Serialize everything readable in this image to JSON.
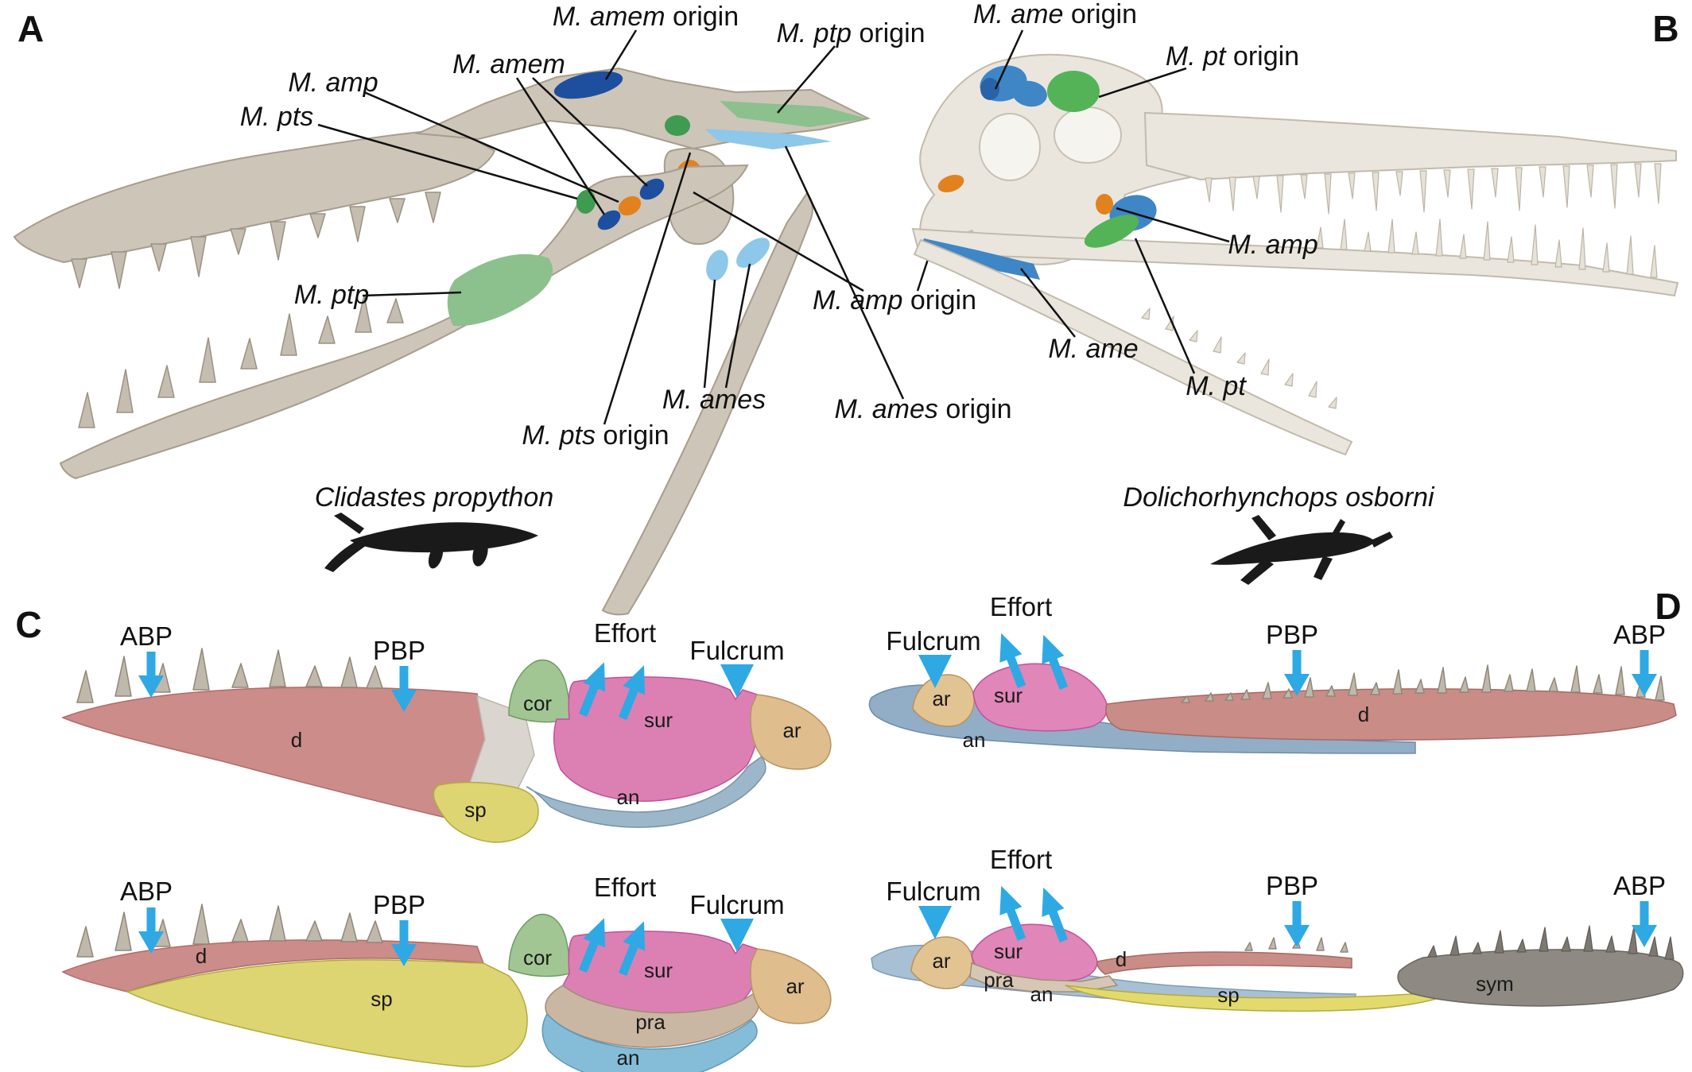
{
  "panel_a": {
    "letter": "A",
    "species": "Clidastes propython",
    "labels": {
      "amem_origin": {
        "muscle": "M. amem",
        "rest": " origin"
      },
      "ptp_origin": {
        "muscle": "M. ptp",
        "rest": " origin"
      },
      "amem": {
        "muscle": "M. amem",
        "rest": ""
      },
      "amp": {
        "muscle": "M. amp",
        "rest": ""
      },
      "pts": {
        "muscle": "M. pts",
        "rest": ""
      },
      "ptp": {
        "muscle": "M. ptp",
        "rest": ""
      },
      "ames": {
        "muscle": "M. ames",
        "rest": ""
      },
      "pts_origin": {
        "muscle": "M. pts",
        "rest": " origin"
      },
      "ames_origin": {
        "muscle": "M. ames",
        "rest": " origin"
      },
      "amp_origin": {
        "muscle": "M. amp",
        "rest": " origin"
      }
    }
  },
  "panel_b": {
    "letter": "B",
    "species": "Dolichorhynchops osborni",
    "labels": {
      "ame_origin": {
        "muscle": "M. ame",
        "rest": " origin"
      },
      "pt_origin": {
        "muscle": "M. pt",
        "rest": " origin"
      },
      "amp": {
        "muscle": "M. amp",
        "rest": ""
      },
      "ame": {
        "muscle": "M. ame",
        "rest": ""
      },
      "pt": {
        "muscle": "M. pt",
        "rest": ""
      }
    }
  },
  "panel_c": {
    "letter": "C",
    "biomech": {
      "abp": "ABP",
      "pbp": "PBP",
      "effort": "Effort",
      "fulcrum": "Fulcrum"
    },
    "bones_lateral": {
      "d": "d",
      "cor": "cor",
      "sur": "sur",
      "ar": "ar",
      "an": "an",
      "sp": "sp"
    },
    "bones_medial": {
      "d": "d",
      "sp": "sp",
      "cor": "cor",
      "sur": "sur",
      "pra": "pra",
      "an": "an",
      "ar": "ar"
    }
  },
  "panel_d": {
    "letter": "D",
    "biomech": {
      "abp": "ABP",
      "pbp": "PBP",
      "effort": "Effort",
      "fulcrum": "Fulcrum"
    },
    "bones_lateral": {
      "ar": "ar",
      "sur": "sur",
      "an": "an",
      "d": "d"
    },
    "bones_medial": {
      "ar": "ar",
      "sur": "sur",
      "pra": "pra",
      "an": "an",
      "d": "d",
      "sp": "sp",
      "sym": "sym"
    }
  },
  "colors": {
    "arrow_cyan": "#2ea9e4",
    "muscle_amem_dark_blue": "#1d4f9e",
    "muscle_pts_green": "#3f9b4f",
    "muscle_ptp_light_green": "#8cc08d",
    "muscle_amp_orange": "#e2821f",
    "muscle_ames_light_blue": "#8dc7e9",
    "muscle_ame_blue": "#3f86c6",
    "muscle_pt_green": "#54b357",
    "bone_d_salmon": "#cb8c8a",
    "bone_cor_green": "#a2c693",
    "bone_sur_pink": "#dc80b4",
    "bone_ar_tan": "#dfbd8d",
    "bone_an_blue": "#9db7ca",
    "bone_sp_yellow": "#ddd572",
    "bone_pra_beige": "#c9b7a3",
    "bone_sym_gray": "#8e8982"
  }
}
